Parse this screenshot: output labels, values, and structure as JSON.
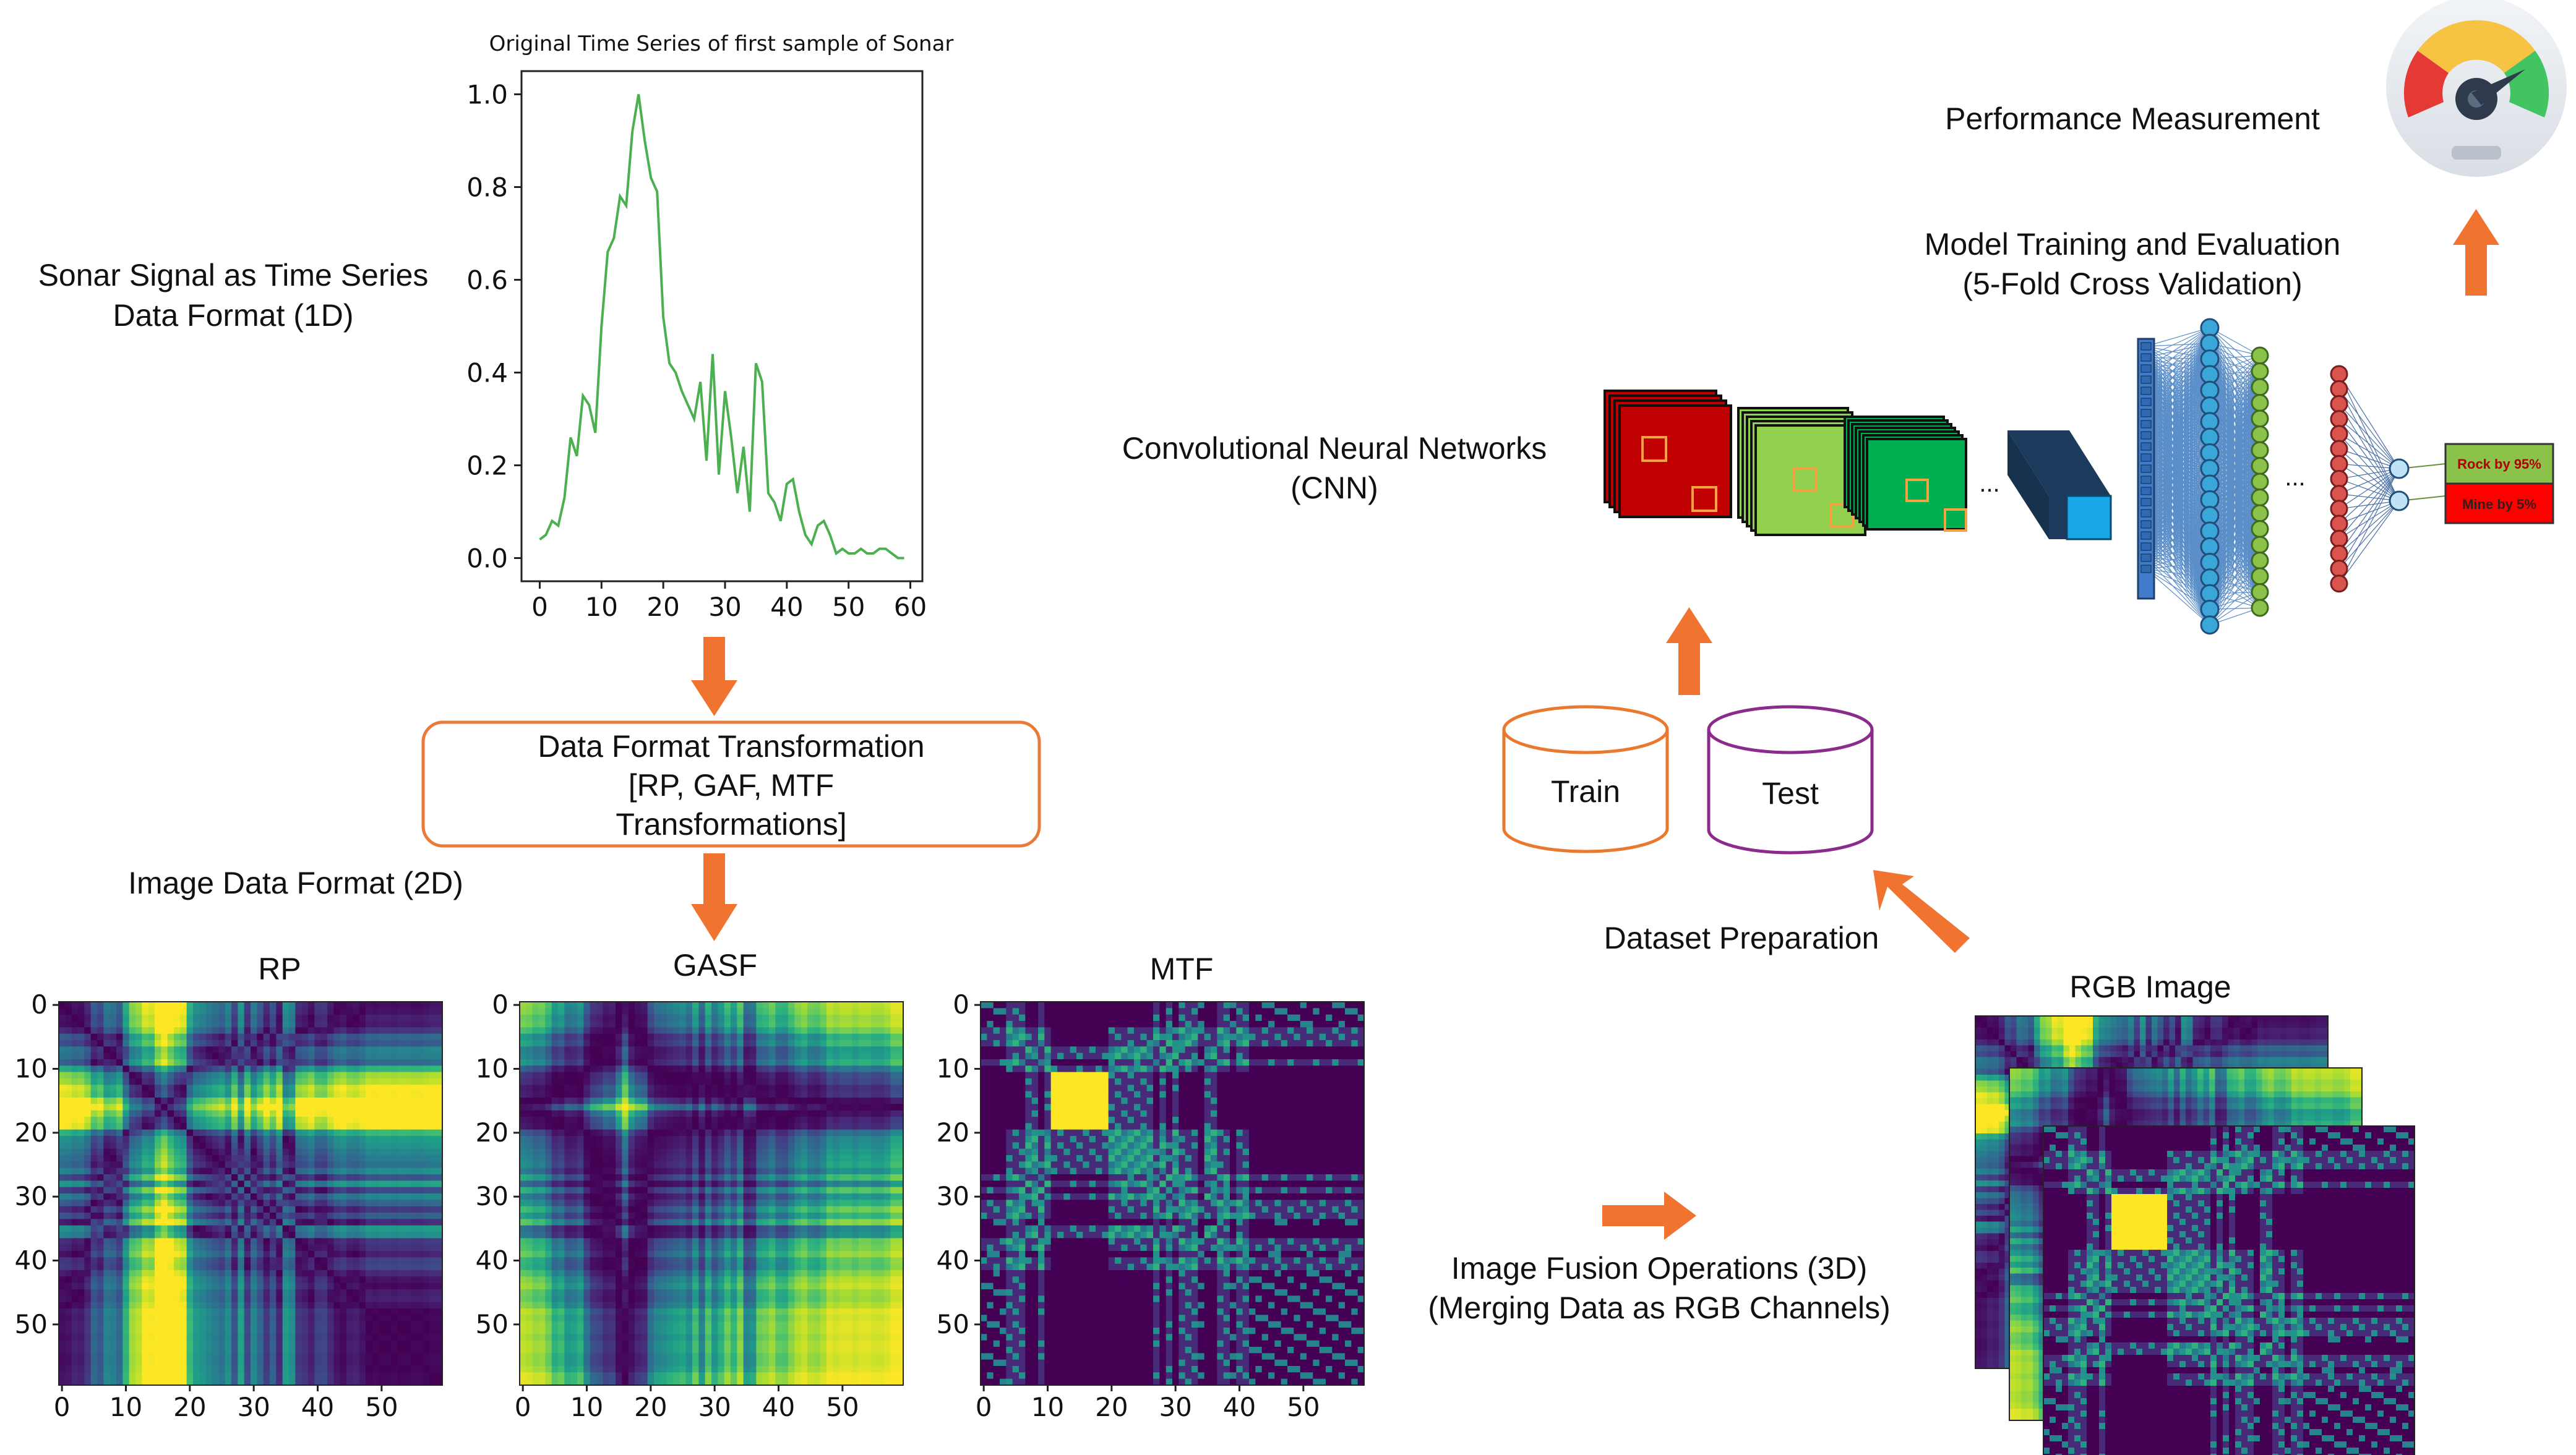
{
  "colors": {
    "arrow": "#f07430",
    "line": "#4caf50",
    "viridis_dark": "#440154",
    "viridis_mid": "#21918c",
    "viridis_light": "#5ec962",
    "viridis_yellow": "#fde725",
    "box_border": "#ea7a3a",
    "train_border": "#e9792f",
    "test_border": "#8b2c8c",
    "cnn_red": "#c00000",
    "cnn_green": "#92d050",
    "cnn_green2": "#00b050",
    "cnn_blue": "#1aa7e8",
    "rock_bg": "#8bc34a",
    "mine_bg": "#ff0000"
  },
  "labels": {
    "sonar_signal_line1": "Sonar Signal as Time Series",
    "sonar_signal_line2": "Data Format (1D)",
    "transform_line1": "Data Format Transformation",
    "transform_line2": "[RP, GAF, MTF",
    "transform_line3": "Transformations]",
    "image_format": "Image Data Format (2D)",
    "fusion_line1": "Image Fusion Operations (3D)",
    "fusion_line2": "(Merging Data as RGB Channels)",
    "rgb_image": "RGB Image",
    "dataset_prep": "Dataset Preparation",
    "train": "Train",
    "test": "Test",
    "cnn_line1": "Convolutional Neural Networks",
    "cnn_line2": "(CNN)",
    "training_line1": "Model Training and Evaluation",
    "training_line2": "(5-Fold Cross Validation)",
    "performance": "Performance Measurement",
    "rock": "Rock by 95%",
    "mine": "Mine  by 5%",
    "ellipsis": "..."
  },
  "chart_data": [
    {
      "type": "line",
      "title": "Original Time Series of first sample of Sonar",
      "xlim": [
        -2.95,
        61.95
      ],
      "ylim": [
        -0.05,
        1.05
      ],
      "xticks": [
        "0",
        "10",
        "20",
        "30",
        "40",
        "50",
        "60"
      ],
      "xtick_values": [
        0,
        10,
        20,
        30,
        40,
        50,
        60
      ],
      "yticks": [
        "0.0",
        "0.2",
        "0.4",
        "0.6",
        "0.8",
        "1.0"
      ],
      "ytick_values": [
        0.0,
        0.2,
        0.4,
        0.6,
        0.8,
        1.0
      ],
      "x": [
        0,
        1,
        2,
        3,
        4,
        5,
        6,
        7,
        8,
        9,
        10,
        11,
        12,
        13,
        14,
        15,
        16,
        17,
        18,
        19,
        20,
        21,
        22,
        23,
        24,
        25,
        26,
        27,
        28,
        29,
        30,
        31,
        32,
        33,
        34,
        35,
        36,
        37,
        38,
        39,
        40,
        41,
        42,
        43,
        44,
        45,
        46,
        47,
        48,
        49,
        50,
        51,
        52,
        53,
        54,
        55,
        56,
        57,
        58,
        59
      ],
      "values": [
        0.04,
        0.05,
        0.08,
        0.07,
        0.13,
        0.26,
        0.22,
        0.35,
        0.33,
        0.27,
        0.5,
        0.66,
        0.69,
        0.78,
        0.76,
        0.92,
        1.0,
        0.9,
        0.82,
        0.79,
        0.52,
        0.42,
        0.4,
        0.36,
        0.33,
        0.3,
        0.38,
        0.21,
        0.44,
        0.18,
        0.36,
        0.26,
        0.14,
        0.24,
        0.1,
        0.42,
        0.38,
        0.14,
        0.12,
        0.08,
        0.16,
        0.17,
        0.1,
        0.05,
        0.03,
        0.07,
        0.08,
        0.05,
        0.01,
        0.02,
        0.01,
        0.01,
        0.02,
        0.01,
        0.01,
        0.02,
        0.02,
        0.01,
        0.0,
        0.0
      ],
      "grid": false
    },
    {
      "type": "heatmap",
      "title": "RP",
      "xticks": [
        "0",
        "10",
        "20",
        "30",
        "40",
        "50"
      ],
      "yticks": [
        "0",
        "10",
        "20",
        "30",
        "40",
        "50"
      ],
      "size": 60
    },
    {
      "type": "heatmap",
      "title": "GASF",
      "xticks": [
        "0",
        "10",
        "20",
        "30",
        "40",
        "50"
      ],
      "yticks": [
        "0",
        "10",
        "20",
        "30",
        "40",
        "50"
      ],
      "size": 60
    },
    {
      "type": "heatmap",
      "title": "MTF",
      "xticks": [
        "0",
        "10",
        "20",
        "30",
        "40",
        "50"
      ],
      "yticks": [
        "0",
        "10",
        "20",
        "30",
        "40",
        "50"
      ],
      "size": 60
    }
  ]
}
